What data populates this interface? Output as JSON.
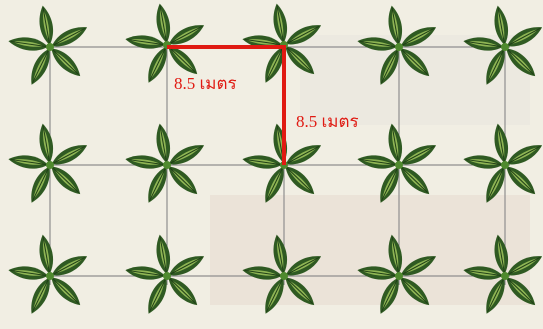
{
  "diagram": {
    "layout": "3 rows x 5 columns of palm seedlings on a square grid",
    "plant": "palm-seedling",
    "rows": 3,
    "columns": 5,
    "spacing_labels": {
      "horizontal": "8.5 เมตร",
      "vertical": "8.5 เมตร"
    },
    "colors": {
      "background": "#f1eee3",
      "grid_line": "#8f8f8f",
      "measure_line": "#e01a12",
      "leaf_dark": "#2f5a22",
      "leaf_light": "#8fb554",
      "leaf_mid": "#4f8a2e"
    }
  }
}
